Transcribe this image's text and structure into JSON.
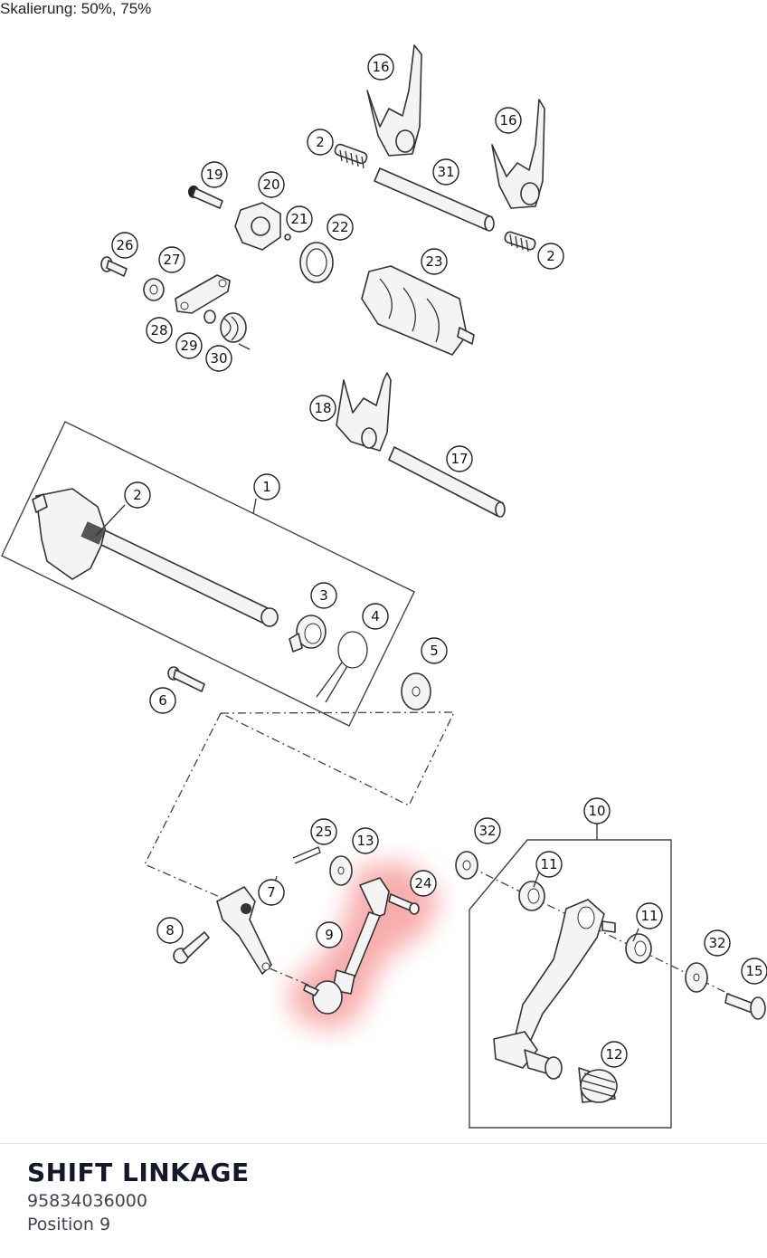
{
  "header": {
    "scale_note": "Skalierung: 50%, 75%"
  },
  "diagram": {
    "labels": [
      "16",
      "16",
      "2",
      "31",
      "19",
      "20",
      "21",
      "22",
      "2",
      "26",
      "27",
      "23",
      "28",
      "29",
      "30",
      "18",
      "17",
      "2",
      "1",
      "3",
      "4",
      "5",
      "6",
      "25",
      "13",
      "32",
      "10",
      "24",
      "7",
      "11",
      "9",
      "8",
      "11",
      "32",
      "15",
      "12"
    ],
    "highlight_color": "#f26a6a"
  },
  "caption": {
    "title": "SHIFT LINKAGE",
    "part_number": "95834036000",
    "position": "Position 9"
  }
}
